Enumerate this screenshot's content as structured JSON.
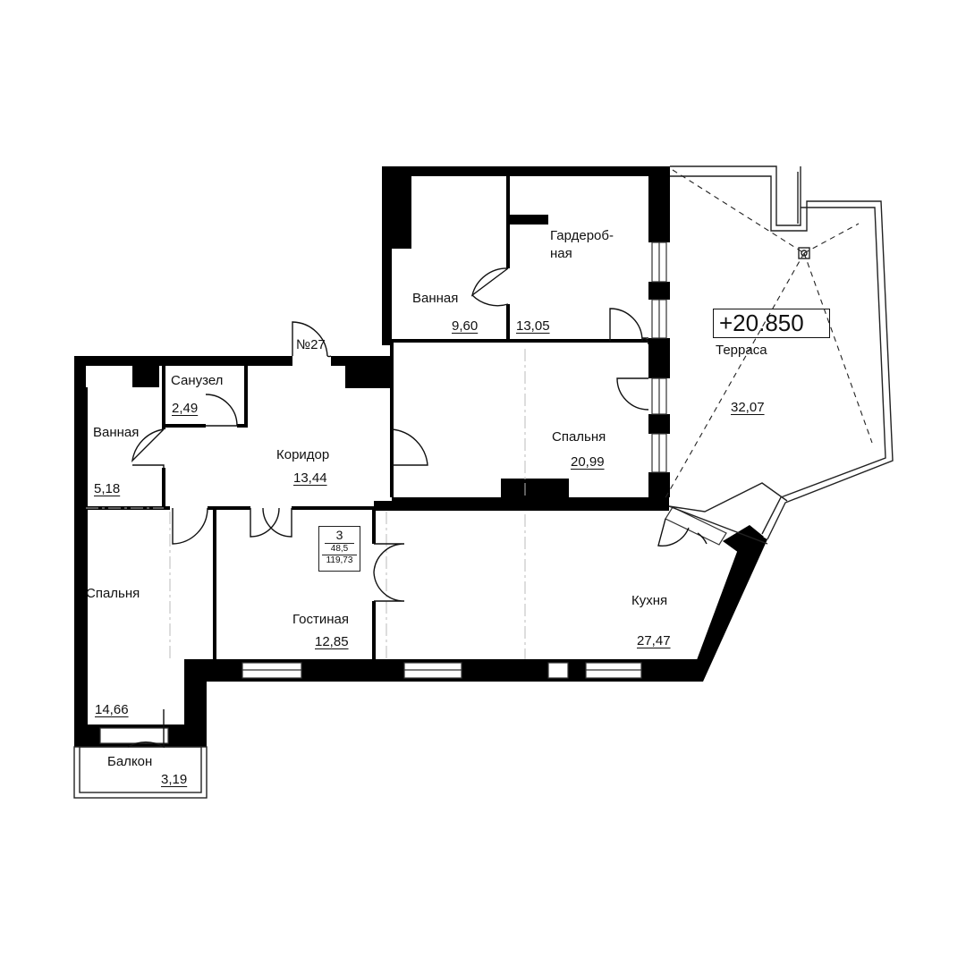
{
  "apartment": {
    "number": "№27",
    "rooms": "3",
    "living_area": "48,5",
    "total_area": "119,73",
    "terrace_level": "+20.850"
  },
  "rooms": [
    {
      "key": "bath_top",
      "name": "Ванная",
      "area": "9,60"
    },
    {
      "key": "wardrobe",
      "name_line1": "Гардероб-",
      "name_line2": "ная",
      "area": "13,05"
    },
    {
      "key": "terrace",
      "name": "Терраса",
      "area": "32,07"
    },
    {
      "key": "wc",
      "name": "Санузел",
      "area": "2,49"
    },
    {
      "key": "bath_left",
      "name": "Ванная",
      "area": "5,18"
    },
    {
      "key": "corridor",
      "name": "Коридор",
      "area": "13,44"
    },
    {
      "key": "bedroom_main",
      "name": "Спальня",
      "area": "20,99"
    },
    {
      "key": "bedroom_left",
      "name": "Спальня",
      "area": "14,66"
    },
    {
      "key": "living",
      "name": "Гостиная",
      "area": "12,85"
    },
    {
      "key": "kitchen",
      "name": "Кухня",
      "area": "27,47"
    },
    {
      "key": "balcony",
      "name": "Балкон",
      "area": "3,19"
    }
  ],
  "colors": {
    "wall": "#000000",
    "line": "#222222",
    "zone": "#bbbbbb",
    "background": "#ffffff"
  }
}
